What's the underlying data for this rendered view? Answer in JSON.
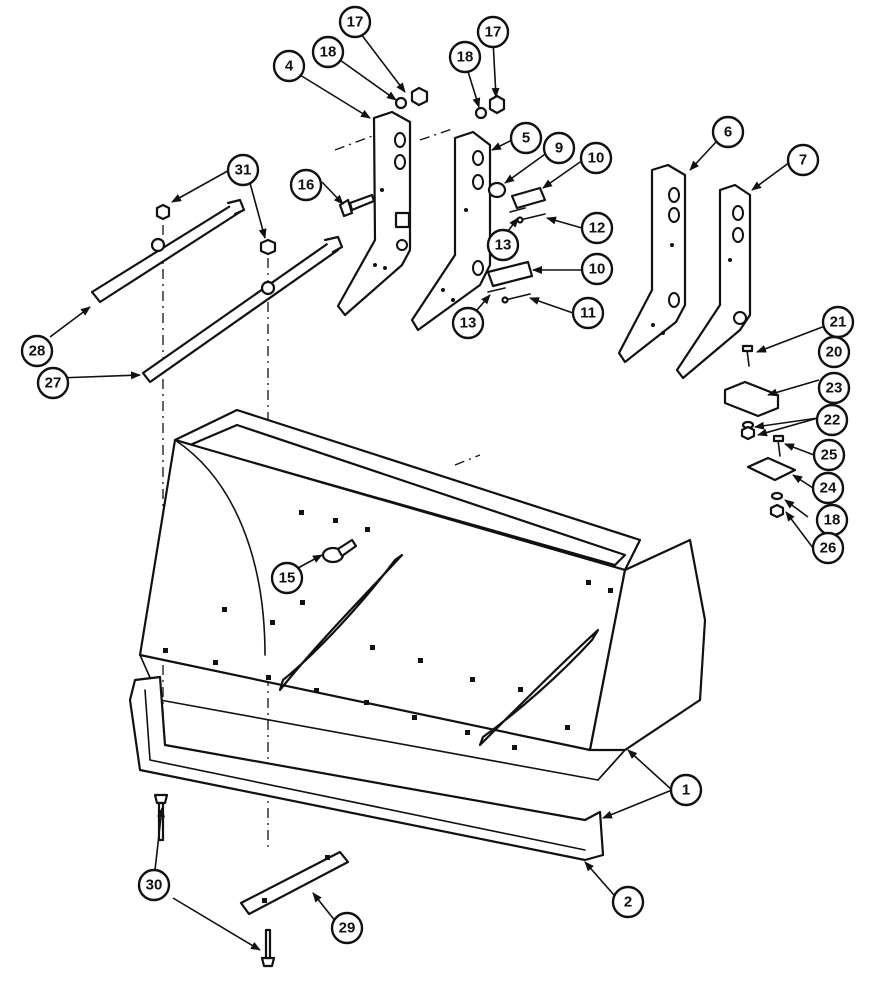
{
  "callouts": {
    "c1": "1",
    "c2": "2",
    "c4": "4",
    "c5": "5",
    "c6": "6",
    "c7": "7",
    "c9": "9",
    "c10a": "10",
    "c10b": "10",
    "c11": "11",
    "c12": "12",
    "c13a": "13",
    "c13b": "13",
    "c15": "15",
    "c16": "16",
    "c17a": "17",
    "c17b": "17",
    "c18a": "18",
    "c18b": "18",
    "c18c": "18",
    "c20": "20",
    "c21": "21",
    "c22": "22",
    "c23": "23",
    "c24": "24",
    "c25": "25",
    "c26": "26",
    "c27": "27",
    "c28": "28",
    "c29": "29",
    "c30": "30",
    "c31": "31"
  }
}
